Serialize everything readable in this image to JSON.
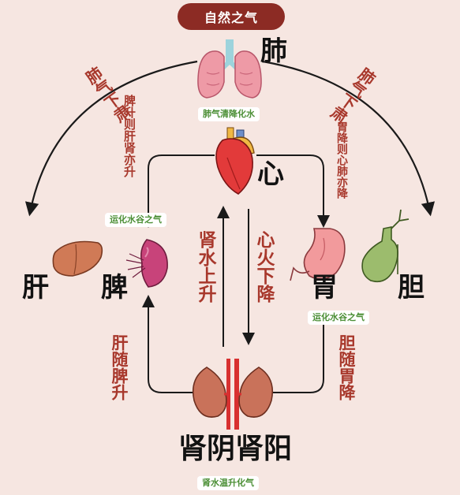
{
  "title": "自然之气",
  "organs": {
    "lung": "肺",
    "heart": "心",
    "liver": "肝",
    "spleen": "脾",
    "stomach": "胃",
    "gallbladder": "胆",
    "kidney": "肾阴肾阳"
  },
  "captions": {
    "lung": "肺气清降化水",
    "spleen": "运化水谷之气",
    "stomach": "运化水谷之气",
    "kidney": "肾水温升化气"
  },
  "flows": {
    "lung_down_left": "肺气下肃",
    "lung_down_right": "肺气下肃",
    "spleen_rise": "脾升则肝肾亦升",
    "stomach_descend": "胃降则心肺亦降",
    "kidney_water_rise": "肾水上升",
    "heart_fire_descend": "心火下降",
    "liver_follow_spleen": "肝随脾升",
    "gall_follow_stomach": "胆随胃降"
  },
  "colors": {
    "background": "#f6e6e1",
    "accent_red": "#a8382c",
    "badge": "#8c2b24",
    "caption_green": "#4c8f36",
    "arrow": "#1a1a1a"
  }
}
